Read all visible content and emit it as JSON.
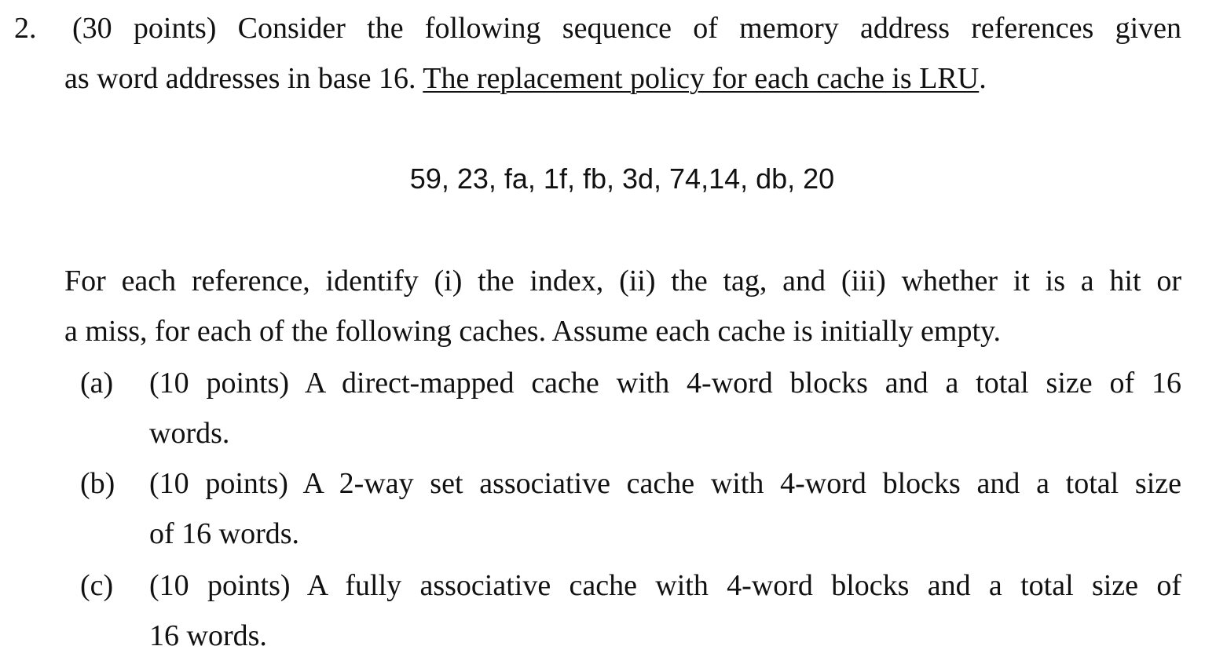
{
  "question": {
    "number": "2.",
    "intro_line1": "(30 points) Consider the following sequence of memory address references given",
    "intro_line2_prefix": "as word addresses in base 16.",
    "intro_line2_underlined": "The replacement policy for each cache is LRU",
    "intro_line2_suffix": ".",
    "sequence": "59, 23, fa, 1f, fb, 3d, 74,14, db, 20",
    "instructions_line1": "For each reference, identify (i) the index, (ii) the tag, and (iii) whether it is a hit or",
    "instructions_line2": "a miss, for each of the following caches.  Assume each cache is initially empty.",
    "parts": [
      {
        "label": "(a)",
        "line1": "(10 points) A direct-mapped cache with 4-word blocks and a total size of 16",
        "line2": "words."
      },
      {
        "label": "(b)",
        "line1": "(10 points) A 2-way set associative cache with 4-word blocks and a total size",
        "line2": "of 16 words."
      },
      {
        "label": "(c)",
        "line1": "(10 points) A fully associative cache with 4-word blocks and a total size of",
        "line2": "16 words."
      }
    ]
  }
}
